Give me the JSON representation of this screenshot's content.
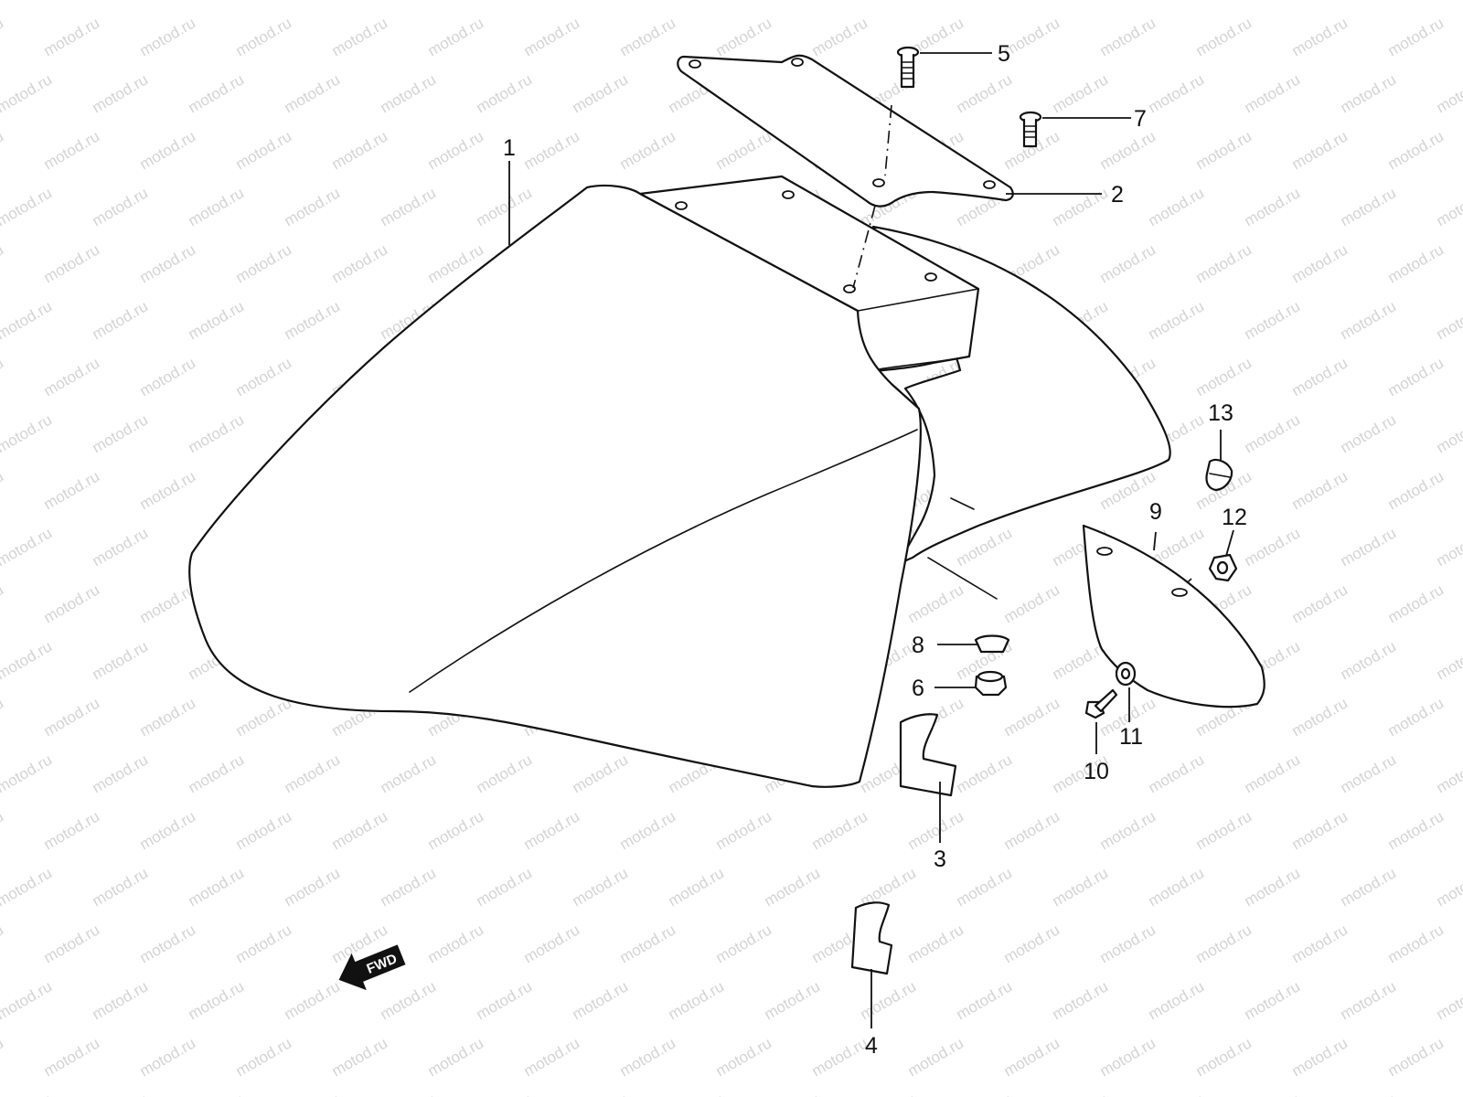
{
  "watermark": {
    "text": "motod.ru",
    "color": "#d4d4d4"
  },
  "callouts": [
    {
      "id": "p1",
      "label": "1"
    },
    {
      "id": "p2",
      "label": "2"
    },
    {
      "id": "p3",
      "label": "3"
    },
    {
      "id": "p4",
      "label": "4"
    },
    {
      "id": "p5",
      "label": "5"
    },
    {
      "id": "p6",
      "label": "6"
    },
    {
      "id": "p7",
      "label": "7"
    },
    {
      "id": "p8",
      "label": "8"
    },
    {
      "id": "p9",
      "label": "9"
    },
    {
      "id": "p10",
      "label": "10"
    },
    {
      "id": "p11",
      "label": "11"
    },
    {
      "id": "p12",
      "label": "12"
    },
    {
      "id": "p13",
      "label": "13"
    }
  ],
  "direction_arrow": {
    "label": "FWD"
  }
}
